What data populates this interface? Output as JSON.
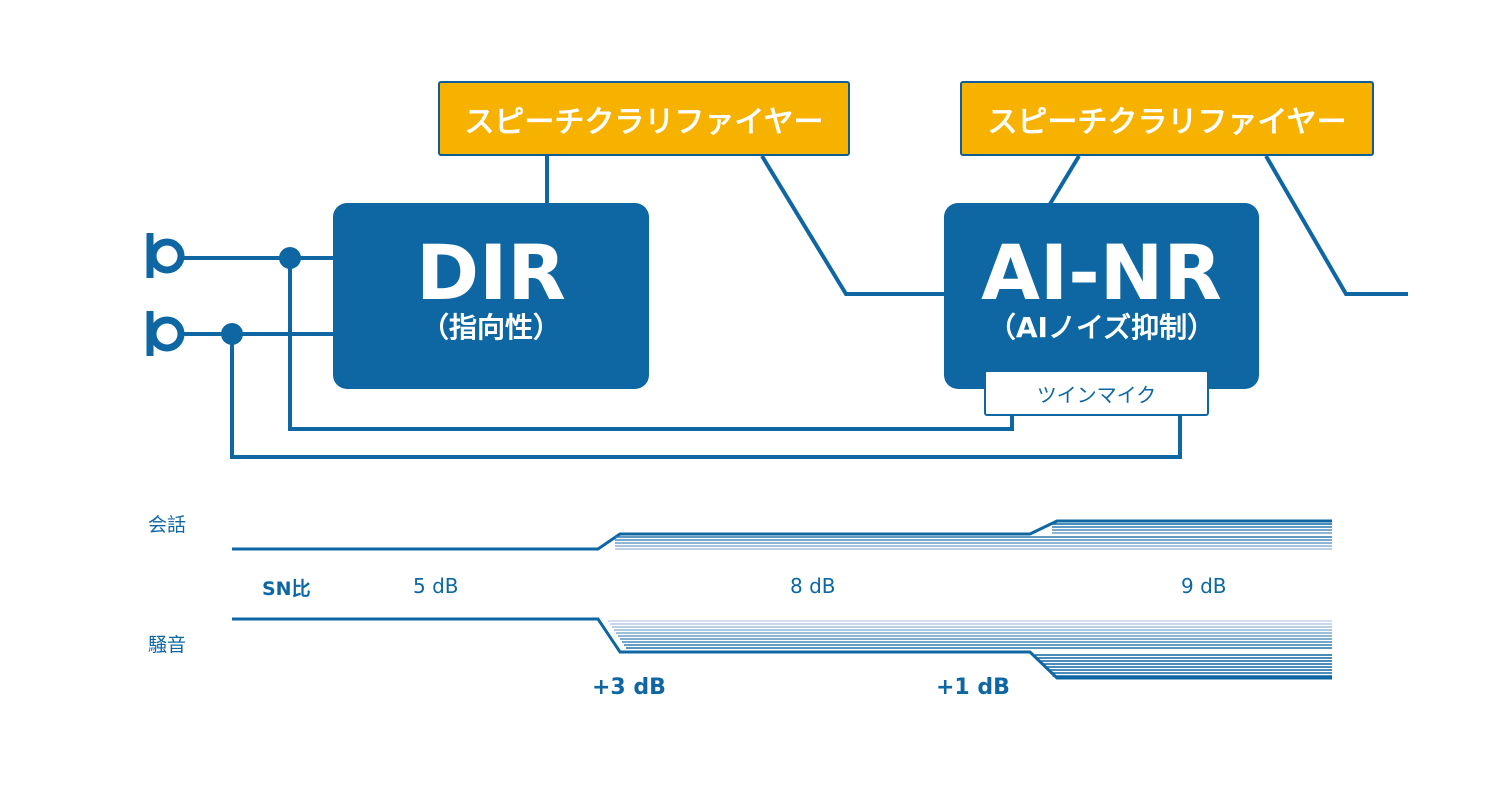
{
  "colors": {
    "line": "#0E67A3",
    "block": "#0E67A3",
    "clarifier": "#F7B200",
    "light_line": "#C5D6EA",
    "white": "#FFFFFF"
  },
  "clarifiers": [
    {
      "label": "スピーチクラリファイヤー"
    },
    {
      "label": "スピーチクラリファイヤー"
    }
  ],
  "dir_block": {
    "title": "DIR",
    "subtitle": "（指向性）"
  },
  "ainr_block": {
    "title": "AI-NR",
    "subtitle": "（AIノイズ抑制）",
    "twin_mic_label": "ツインマイク"
  },
  "icons": [
    "microphone-icon",
    "microphone-icon"
  ],
  "levels": {
    "speech_label": "会話",
    "sn_label": "SN比",
    "noise_label": "騒音",
    "sn_values": [
      "5 dB",
      "8 dB",
      "9 dB"
    ],
    "improvements": [
      "+3 dB",
      "+1 dB"
    ]
  }
}
